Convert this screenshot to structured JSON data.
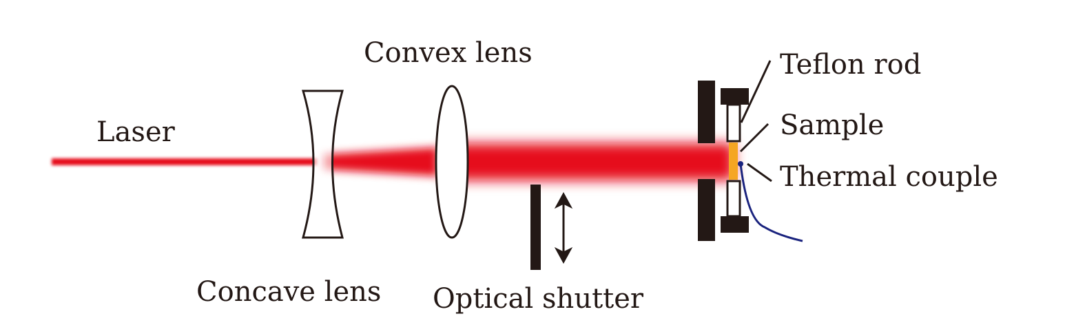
{
  "labels": {
    "laser": "Laser",
    "concave_lens": "Concave lens",
    "convex_lens": "Convex lens",
    "optical_shutter": "Optical shutter",
    "teflon_rod": "Teflon rod",
    "sample": "Sample",
    "thermal_couple": "Thermal couple"
  },
  "colors": {
    "beam": "#e60d1e",
    "ink": "#231815",
    "sample": "#f5a623",
    "thermocouple": "#1a237e"
  }
}
